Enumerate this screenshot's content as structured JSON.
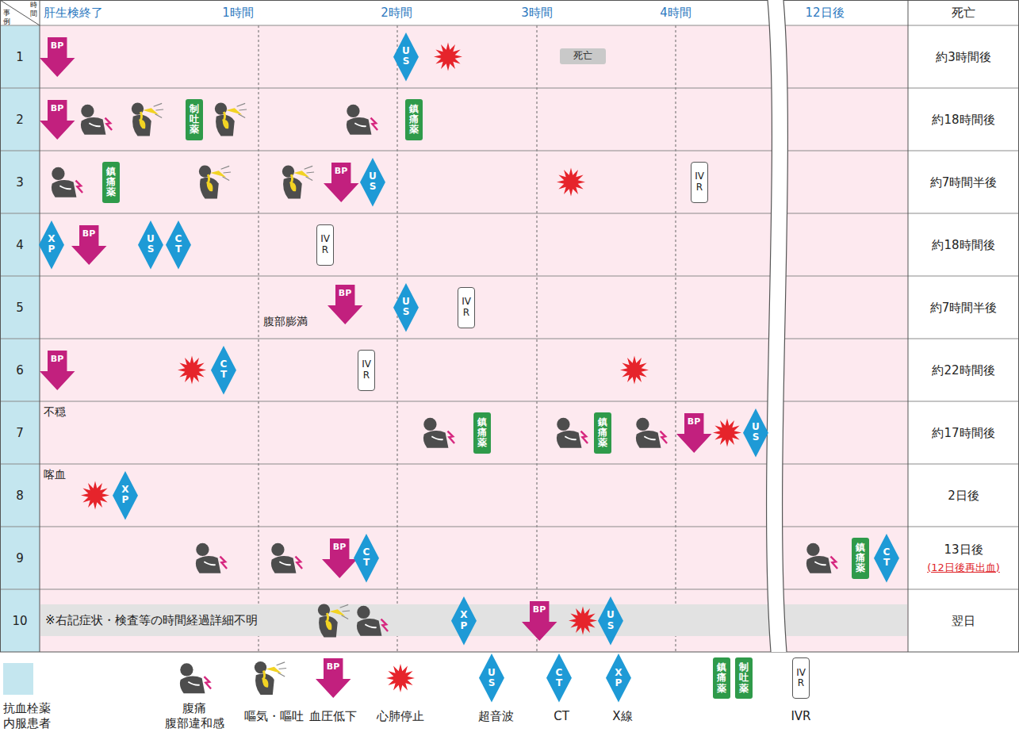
{
  "diagram": {
    "nodes": [
      {
        "text": [
          "BP"
        ]
      },
      {
        "text": [
          "US"
        ]
      },
      {
        "text": [
          "死亡"
        ]
      },
      {
        "text": [
          "BP"
        ]
      },
      {
        "text": [
          "制吐薬"
        ]
      },
      {
        "text": [
          "鎮痛薬"
        ]
      },
      {
        "text": [
          "鎮痛薬"
        ]
      },
      {
        "text": [
          "BP"
        ]
      },
      {
        "text": [
          "US"
        ]
      },
      {
        "text": [
          "IVR"
        ]
      },
      {
        "text": [
          "XP"
        ]
      },
      {
        "text": [
          "BP"
        ]
      },
      {
        "text": [
          "US"
        ]
      },
      {
        "text": [
          "CT"
        ]
      },
      {
        "text": [
          "IVR"
        ]
      },
      {
        "text": [
          "BP"
        ]
      },
      {
        "text": [
          "US"
        ]
      },
      {
        "text": [
          "IVR"
        ]
      },
      {
        "text": [
          "BP"
        ]
      },
      {
        "text": [
          "CT"
        ]
      },
      {
        "text": [
          "IVR"
        ]
      },
      {
        "text": [
          "鎮痛薬"
        ]
      },
      {
        "text": [
          "鎮痛薬"
        ]
      },
      {
        "text": [
          "BP"
        ]
      },
      {
        "text": [
          "US"
        ]
      },
      {
        "text": [
          "XP"
        ]
      },
      {
        "text": [
          "BP"
        ]
      },
      {
        "text": [
          "CT"
        ]
      },
      {
        "text": [
          "鎮痛薬"
        ]
      },
      {
        "text": [
          "CT"
        ]
      },
      {
        "text": [
          "※右記症状・検査等の時間経過詳細不明"
        ]
      },
      {
        "text": [
          "XP"
        ],
        "in": 30
      },
      {
        "text": [
          "BP"
        ],
        "in": 30
      },
      {
        "text": [
          "US"
        ],
        "in": 30
      },
      {
        "text": [
          "BP"
        ]
      },
      {
        "text": [
          "US"
        ]
      },
      {
        "text": [
          "CT"
        ]
      },
      {
        "text": [
          "XP"
        ]
      },
      {
        "text": [
          "鎮痛薬"
        ]
      },
      {
        "text": [
          "制吐薬"
        ]
      },
      {
        "text": [
          "IVR"
        ]
      }
    ],
    "labels": [
      "時間",
      "事例",
      "肝生検終了",
      "1時間",
      "2時間",
      "3時間",
      "4時間",
      "12日後",
      "死亡",
      "1",
      "約3時間後",
      "2",
      "約18時間後",
      "3",
      "約7時間半後",
      "4",
      "約18時間後",
      "5",
      "腹部膨満",
      "約7時間半後",
      "6",
      "約22時間後",
      "7",
      "不穏",
      "約17時間後",
      "8",
      "喀血",
      "2日後",
      "9",
      "13日後",
      "(12日後再出血)",
      "10",
      "翌日"
    ],
    "legend": [
      {
        "text": "抗血栓薬 内服患者",
        "color": "#c4e6ef"
      },
      {
        "text": "腹痛 腹部違和感"
      },
      {
        "text": "嘔気・嘔吐"
      },
      {
        "text": "血圧低下"
      },
      {
        "text": "心肺停止"
      },
      {
        "text": "超音波"
      },
      {
        "text": "CT"
      },
      {
        "text": "X線"
      },
      {
        "text": "IVR"
      }
    ]
  }
}
